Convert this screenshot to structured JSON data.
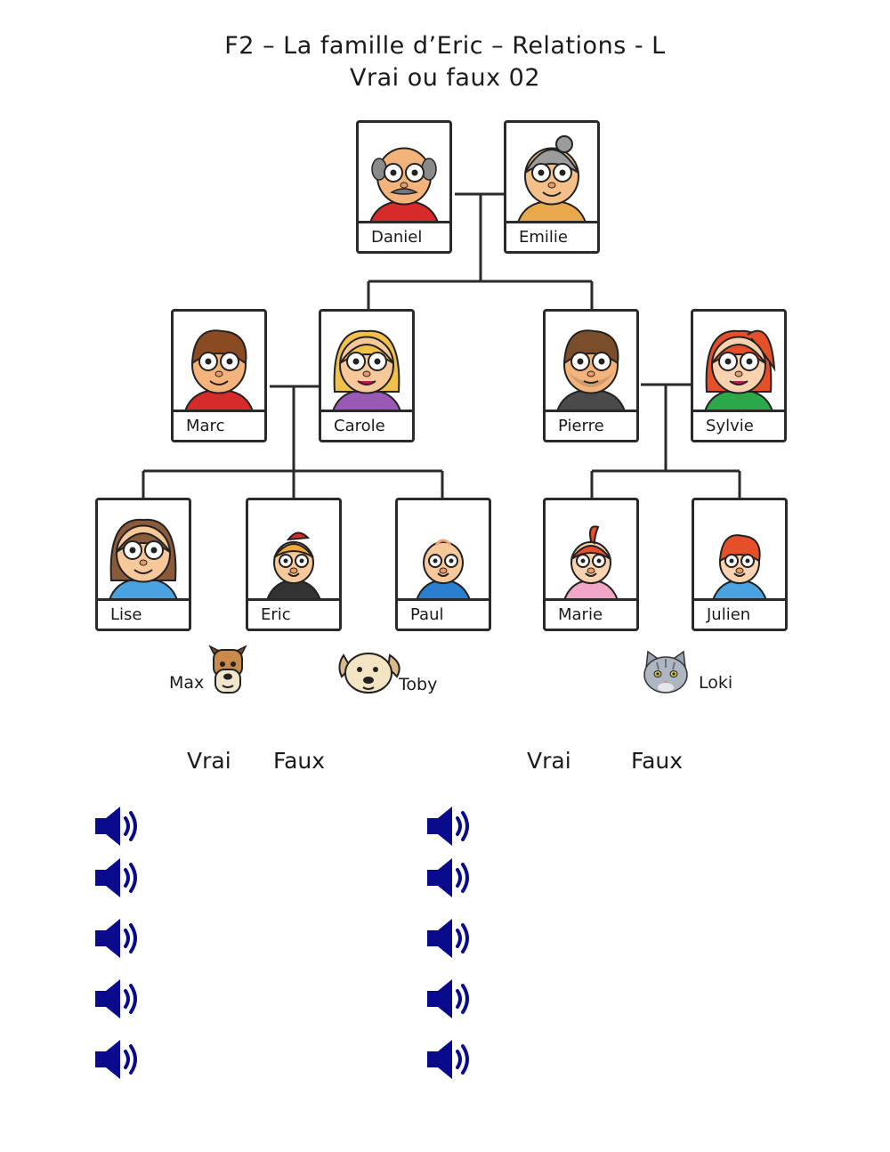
{
  "header": {
    "title_line1": "F2 – La famille d’Eric – Relations - L",
    "title_line2": "Vrai ou faux 02"
  },
  "family": {
    "grandfather": {
      "name": "Daniel",
      "hair": "#8a8a8a",
      "shirt": "#d72a2a",
      "skin": "#f3b37a"
    },
    "grandmother": {
      "name": "Emilie",
      "hair": "#9c9c9c",
      "shirt": "#e9a94a",
      "skin": "#f3c08a"
    },
    "marc": {
      "name": "Marc",
      "hair": "#8a4a22",
      "shirt": "#d72a2a",
      "skin": "#f3b37a"
    },
    "carole": {
      "name": "Carole",
      "hair": "#f2c14a",
      "shirt": "#9b59b6",
      "skin": "#f6c89a"
    },
    "pierre": {
      "name": "Pierre",
      "hair": "#7a4e2a",
      "shirt": "#4a4a4a",
      "skin": "#f3b37a"
    },
    "sylvie": {
      "name": "Sylvie",
      "hair": "#e5502a",
      "shirt": "#2aa84a",
      "skin": "#f9d3b0"
    },
    "lise": {
      "name": "Lise",
      "hair": "#8a5a3a",
      "shirt": "#4aa3e0",
      "skin": "#f6c89a"
    },
    "eric": {
      "name": "Eric",
      "hair": "#f2a73a",
      "shirt": "#333333",
      "skin": "#f6c89a"
    },
    "paul": {
      "name": "Paul",
      "hair": "#f2a06a",
      "shirt": "#2a7fd0",
      "skin": "#f6c89a"
    },
    "marie": {
      "name": "Marie",
      "hair": "#e5502a",
      "shirt": "#f2a7c8",
      "skin": "#f9d3b0"
    },
    "julien": {
      "name": "Julien",
      "hair": "#e5502a",
      "shirt": "#4aa3e0",
      "skin": "#f9d3b0"
    }
  },
  "pets": [
    {
      "name": "Max",
      "icon": "terrier-dog-icon"
    },
    {
      "name": "Toby",
      "icon": "puppy-dog-icon"
    },
    {
      "name": "Loki",
      "icon": "grey-cat-icon"
    }
  ],
  "columns": {
    "left": {
      "true_label": "Vrai",
      "false_label": "Faux"
    },
    "right": {
      "true_label": "Vrai",
      "false_label": "Faux"
    }
  },
  "audio": {
    "icon": "speaker-icon",
    "color": "#0a0a8c",
    "left_count": 5,
    "right_count": 5
  }
}
